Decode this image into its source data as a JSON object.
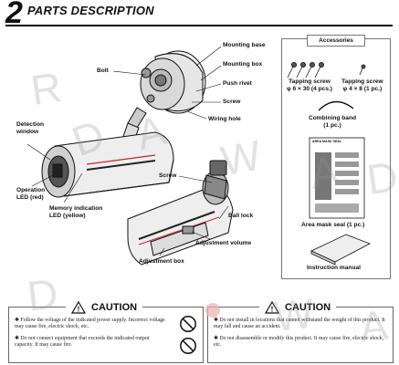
{
  "header": {
    "number": "2",
    "title": "PARTS DESCRIPTION"
  },
  "labels": {
    "mounting_base": "Mounting base",
    "mounting_box": "Mounting box",
    "bolt": "Bolt",
    "push_rivet": "Push rivet",
    "screw_top": "Screw",
    "wiring_hole": "Wiring hole",
    "detection_window": [
      "Detection",
      "window"
    ],
    "operation_led": [
      "Operation",
      "LED (red)"
    ],
    "memory_led": [
      "Memory indication",
      "LED (yellow)"
    ],
    "screw_bottom": "Screw",
    "ball_lock": "Ball lock",
    "adjustment_volume": "Adjustment volume",
    "adjustment_box": "Adjustment box"
  },
  "accessories": {
    "title": "Accessories",
    "tapping_screw_a": [
      "Tapping screw",
      "φ 6 × 30 (4 pcs.)"
    ],
    "tapping_screw_b": [
      "Tapping screw",
      "φ 4 × 8 (1 pc.)"
    ],
    "combining_band": [
      "Combining band",
      "(1 pc.)"
    ],
    "seal_header": "AREA MASK SEAL",
    "area_mask_seal": "Area mask seal (1 pc.)",
    "instruction_manual": "Instruction manual"
  },
  "caution_left": {
    "title": "CAUTION",
    "items": [
      "Follow the voltage of the indicated power supply. Incorrect voltage may cause fire, electric shock, etc.",
      "Do not connect equipment that exceeds the indicated output capacity. It may cause fire."
    ]
  },
  "caution_right": {
    "title": "CAUTION",
    "items": [
      "Do not install in locations that cannot withstand the weight of this product. It may fall and cause an accident.",
      "Do not disassemble or modify this product. It may cause fire, electric shock, etc."
    ]
  },
  "watermark": "R A D W A D",
  "colors": {
    "accent_dot": "#f0b4b4",
    "ink": "#111111"
  }
}
